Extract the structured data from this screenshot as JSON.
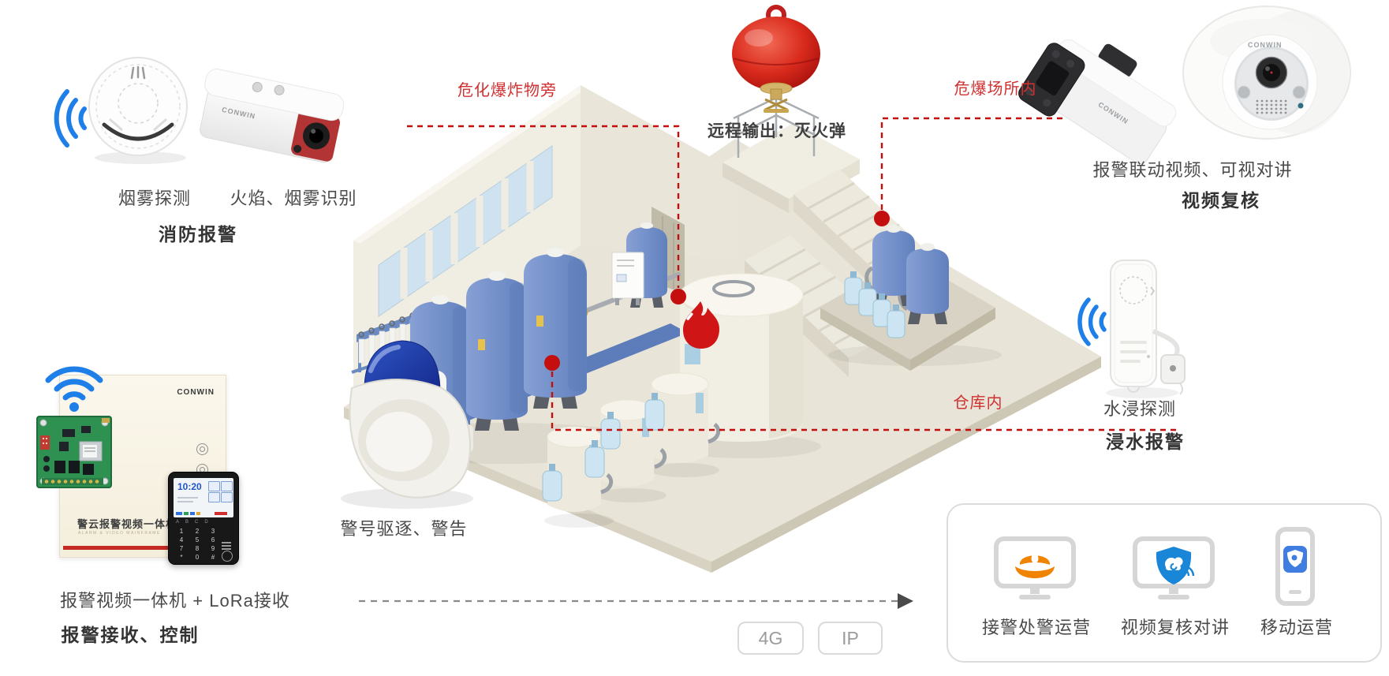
{
  "colors": {
    "alarm_red": "#c40f0f",
    "label_red": "#d03030",
    "text_dark": "#333333",
    "text_gray": "#4a4a4a",
    "wifi_blue": "#1f7fe8",
    "police_orange": "#f08300",
    "shield_blue": "#1a86d8",
    "app_blue": "#3f7de0",
    "badge_border": "#dadada",
    "badge_text": "#9b9b9b"
  },
  "brand": "CONWIN",
  "groups": {
    "fire_alarm": {
      "smoke_label": "烟雾探测",
      "camera_label": "火焰、烟雾识别",
      "title": "消防报警"
    },
    "extinguisher": {
      "label": "远程输出：灭火弹"
    },
    "zones": {
      "hazard_spot": "危化爆炸物旁",
      "hazard_site": "危爆场所内",
      "warehouse": "仓库内"
    },
    "video_review": {
      "label": "报警联动视频、可视对讲",
      "title": "视频复核"
    },
    "flood": {
      "label": "水浸探测",
      "title": "浸水报警"
    },
    "siren": {
      "label": "警号驱逐、警告"
    },
    "receiver": {
      "label": "报警视频一体机 + LoRa接收",
      "title": "报警接收、控制"
    }
  },
  "panel": {
    "title": "警云报警视频一体机",
    "subtitle": "ALARM & VIDEO MAINFRAME"
  },
  "keypad": {
    "time": "10:20",
    "letters": [
      "A",
      "B",
      "C",
      "D"
    ],
    "keys": [
      "1",
      "2",
      "3",
      "4",
      "5",
      "6",
      "7",
      "8",
      "9",
      "*",
      "0",
      "#"
    ]
  },
  "links": {
    "badge_4g": "4G",
    "badge_ip": "IP"
  },
  "card": {
    "items": [
      {
        "icon": "monitor-police-cap-icon",
        "label": "接警处警运营"
      },
      {
        "icon": "monitor-shield-icon",
        "label": "视频复核对讲"
      },
      {
        "icon": "phone-app-icon",
        "label": "移动运营"
      }
    ]
  }
}
